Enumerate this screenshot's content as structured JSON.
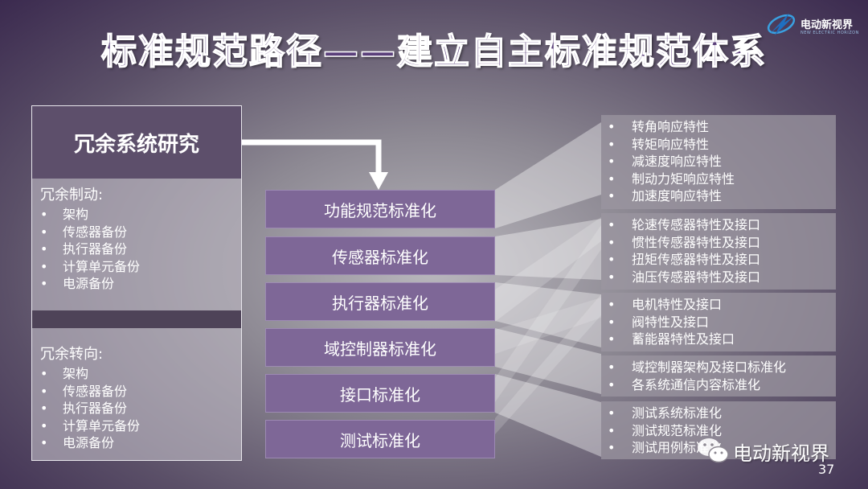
{
  "title": "标准规范路径——建立自主标准规范体系",
  "logo": {
    "brand": "电动新视界",
    "sub": "NEW ELECTRIC HORIZON"
  },
  "left_panel": {
    "header": "冗余系统研究",
    "groups": [
      {
        "title": "冗余制动:",
        "items": [
          "架构",
          "传感器备份",
          "执行器备份",
          "计算单元备份",
          "电源备份"
        ]
      },
      {
        "title": "冗余转向:",
        "items": [
          "架构",
          "传感器备份",
          "执行器备份",
          "计算单元备份",
          "电源备份"
        ]
      }
    ]
  },
  "middle": [
    "功能规范标准化",
    "传感器标准化",
    "执行器标准化",
    "域控制器标准化",
    "接口标准化",
    "测试标准化"
  ],
  "right": [
    {
      "items": [
        "转角响应特性",
        "转矩响应特性",
        "减速度响应特性",
        "制动力矩响应特性",
        "加速度响应特性"
      ]
    },
    {
      "items": [
        "轮速传感器特性及接口",
        "惯性传感器特性及接口",
        "扭矩传感器特性及接口",
        "油压传感器特性及接口"
      ]
    },
    {
      "items": [
        "电机特性及接口",
        "阀特性及接口",
        "蓄能器特性及接口"
      ]
    },
    {
      "items": [
        "域控制器架构及接口标准化",
        "各系统通信内容标准化"
      ]
    },
    {
      "items": [
        "测试系统标准化",
        "测试规范标准化",
        "测试用例标准化"
      ]
    }
  ],
  "watermark": "电动新视界",
  "page_number": "37",
  "colors": {
    "title_fill": "#5a3f7a",
    "mid_box": "#7e6797",
    "header_box": "#5d4f6b"
  }
}
